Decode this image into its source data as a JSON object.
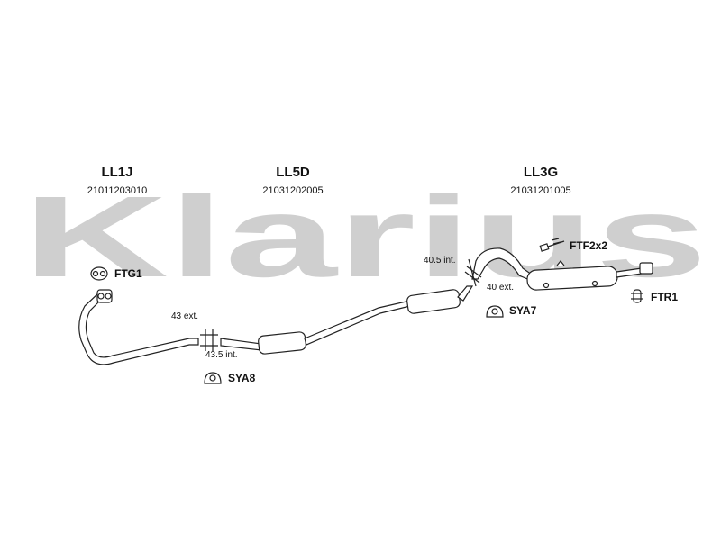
{
  "sections": [
    {
      "code": "LL1J",
      "part_number": "21011203010"
    },
    {
      "code": "LL5D",
      "part_number": "21031202005"
    },
    {
      "code": "LL3G",
      "part_number": "21031201005"
    }
  ],
  "accessories": {
    "ftg1": "FTG1",
    "ftf2x2": "FTF2x2",
    "ftr1": "FTR1",
    "sya7": "SYA7",
    "sya8": "SYA8"
  },
  "dimensions": {
    "d1": "43 ext.",
    "d2": "43.5 int.",
    "d3": "40.5 int.",
    "d4": "40 ext."
  },
  "watermark": {
    "text": "Klarius",
    "color": "#c8c8c8"
  },
  "colors": {
    "line": "#222222",
    "fill": "#ffffff"
  }
}
